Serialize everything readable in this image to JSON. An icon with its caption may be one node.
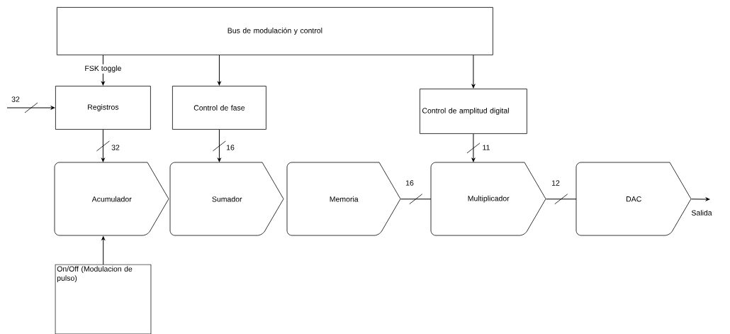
{
  "diagram": {
    "nodes": [
      {
        "text": [
          "Bus de modulación y control"
        ]
      },
      {
        "text": [
          "Registros"
        ]
      },
      {
        "text": [
          "Control de fase"
        ]
      },
      {
        "text": [
          "Control de amplitud digital"
        ]
      },
      {
        "text": [
          "Acumulador"
        ]
      },
      {
        "text": [
          "Sumador"
        ]
      },
      {
        "text": [
          "Memoria"
        ]
      },
      {
        "text": [
          "Multiplicador"
        ]
      },
      {
        "text": [
          "DAC"
        ]
      },
      {
        "text": [
          "On/Off (Modulacion de pulso)"
        ]
      }
    ],
    "edges": [
      {
        "from": null,
        "to": 1,
        "arrow": "to",
        "label": "32"
      },
      {
        "from": 0,
        "to": 1,
        "arrow": "to",
        "label": "FSK toggle"
      },
      {
        "from": 0,
        "to": 2,
        "arrow": "to"
      },
      {
        "from": 0,
        "to": 3,
        "arrow": "to"
      },
      {
        "from": 1,
        "to": 4,
        "arrow": "to",
        "label": "32"
      },
      {
        "from": 2,
        "to": 5,
        "arrow": "to",
        "label": "16"
      },
      {
        "from": 3,
        "to": 7,
        "arrow": "to",
        "label": "11"
      },
      {
        "from": 9,
        "to": 4,
        "arrow": "to"
      },
      {
        "from": 6,
        "to": 7,
        "arrow": "none",
        "label": "16"
      },
      {
        "from": 7,
        "to": 8,
        "arrow": "none",
        "label": "12"
      },
      {
        "from": 8,
        "to": null,
        "arrow": "to",
        "label": "Salida"
      }
    ]
  }
}
